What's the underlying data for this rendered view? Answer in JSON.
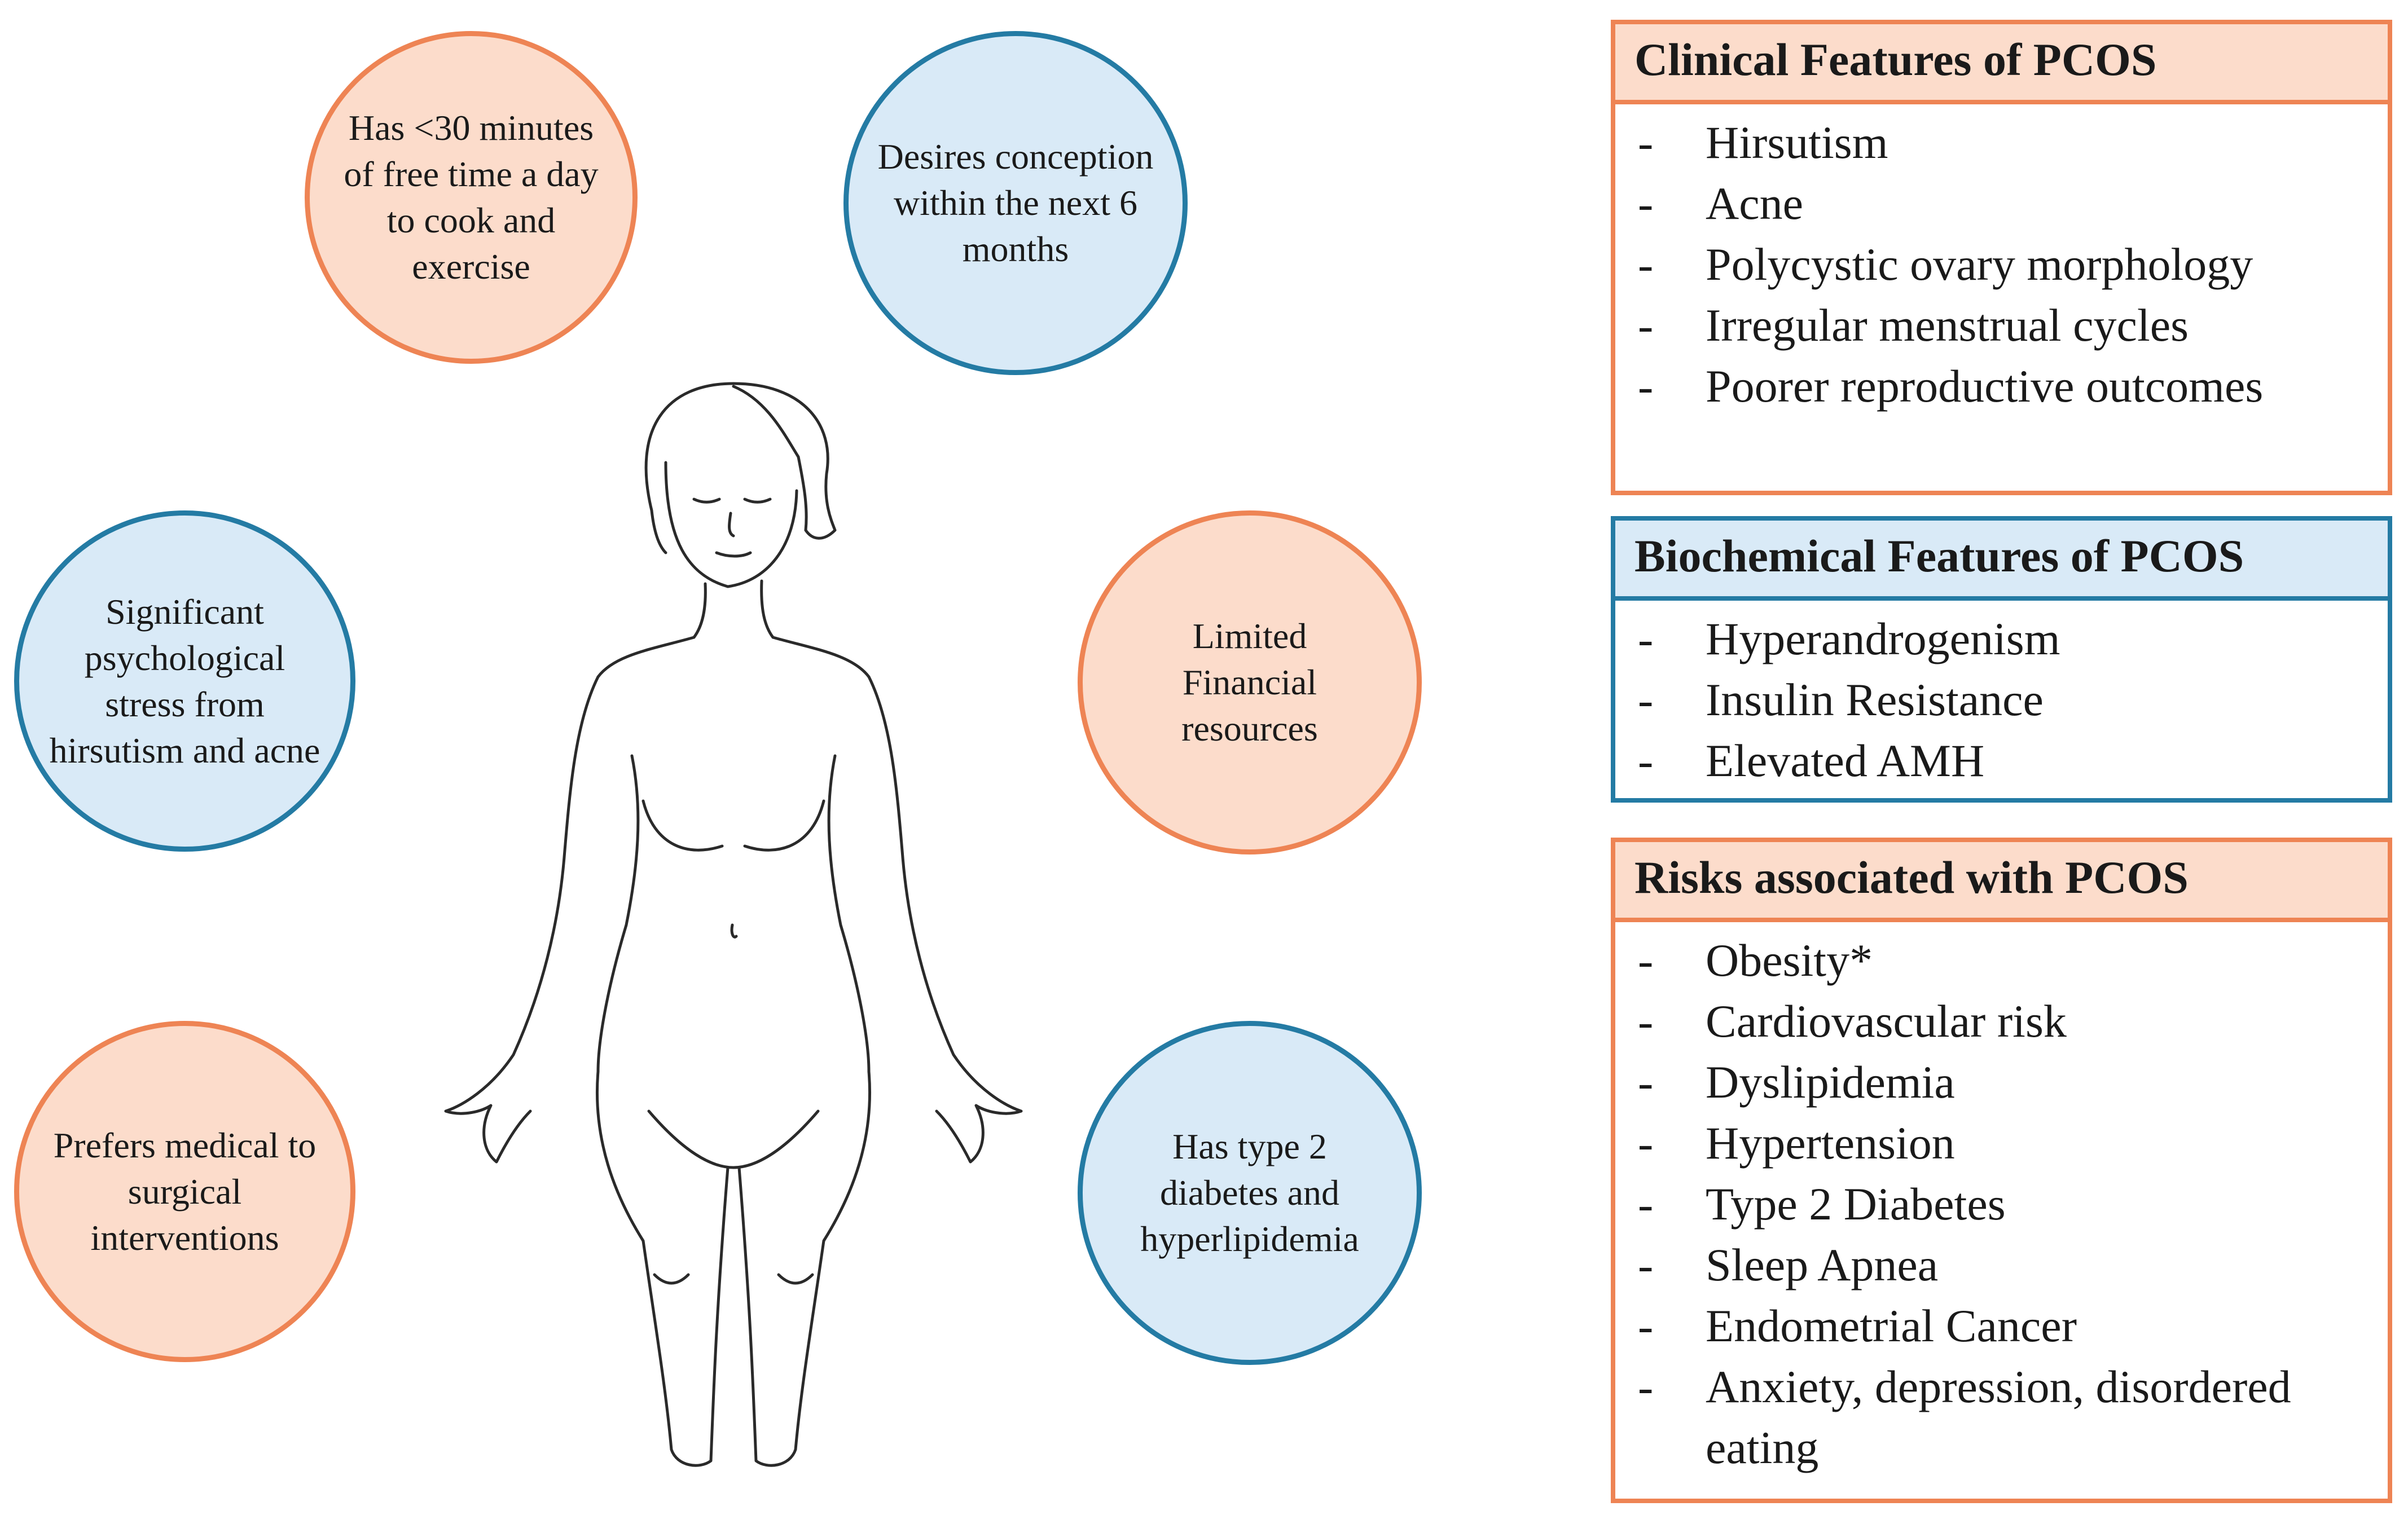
{
  "circles": [
    {
      "text": "Has <30 minutes of free time a day to cook and exercise",
      "color": "orange"
    },
    {
      "text": "Desires conception within the next 6 months",
      "color": "blue"
    },
    {
      "text": "Significant psychological stress from hirsutism and acne",
      "color": "blue"
    },
    {
      "text": "Limited Financial resources",
      "color": "orange"
    },
    {
      "text": "Prefers medical to surgical interventions",
      "color": "orange"
    },
    {
      "text": "Has type 2 diabetes and hyperlipidemia",
      "color": "blue"
    }
  ],
  "colors": {
    "orange_border": "#ee8454",
    "orange_fill": "#fcdccb",
    "blue_border": "#247ba4",
    "blue_fill": "#d9eaf7"
  },
  "boxes": {
    "clinical": {
      "title": "Clinical Features of PCOS",
      "items": [
        "Hirsutism",
        "Acne",
        "Polycystic ovary morphology",
        "Irregular menstrual cycles",
        "Poorer reproductive outcomes"
      ]
    },
    "biochemical": {
      "title": "Biochemical Features of PCOS",
      "items": [
        "Hyperandrogenism",
        "Insulin Resistance",
        "Elevated AMH"
      ]
    },
    "risks": {
      "title": "Risks associated with PCOS",
      "items": [
        "Obesity*",
        "Cardiovascular risk",
        "Dyslipidemia",
        "Hypertension",
        "Type 2 Diabetes",
        "Sleep Apnea",
        "Endometrial Cancer",
        "Anxiety, depression, disordered eating"
      ]
    }
  },
  "icons": {
    "figure": "female-body-outline-icon"
  }
}
